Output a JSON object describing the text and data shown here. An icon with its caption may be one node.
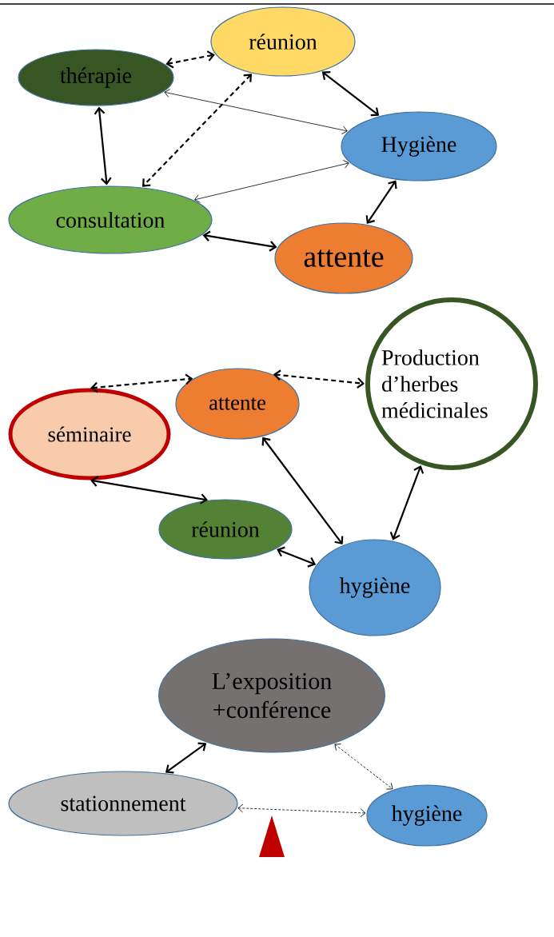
{
  "diagram": {
    "nodes": [
      {
        "text": [
          "thérapie"
        ]
      },
      {
        "text": [
          "réunion"
        ]
      },
      {
        "text": [
          "Hygiène"
        ]
      },
      {
        "text": [
          "consultation"
        ]
      },
      {
        "text": [
          "attente"
        ]
      },
      {
        "text": [
          "séminaire"
        ]
      },
      {
        "text": [
          "attente"
        ]
      },
      {
        "text": [
          "Production d’herbes médicinales"
        ]
      },
      {
        "text": [
          "réunion"
        ]
      },
      {
        "text": [
          "hygiène"
        ]
      },
      {
        "text": [
          "L’exposition +conférence"
        ]
      },
      {
        "text": [
          "stationnement"
        ]
      },
      {
        "text": [
          "hygiène"
        ]
      }
    ],
    "edges": [
      {
        "from": 0,
        "to": 1,
        "arrow": "both",
        "style": "dashed"
      },
      {
        "from": 1,
        "to": 2,
        "arrow": "both"
      },
      {
        "from": 0,
        "to": 2,
        "arrow": "both"
      },
      {
        "from": 0,
        "to": 3,
        "arrow": "both"
      },
      {
        "from": 1,
        "to": 3,
        "arrow": "both",
        "style": "dashed"
      },
      {
        "from": 3,
        "to": 2,
        "arrow": "both"
      },
      {
        "from": 2,
        "to": 4,
        "arrow": "both"
      },
      {
        "from": 3,
        "to": 4,
        "arrow": "both"
      },
      {
        "from": 5,
        "to": 6,
        "arrow": "both",
        "style": "dashed"
      },
      {
        "from": 6,
        "to": 7,
        "arrow": "both",
        "style": "dashed"
      },
      {
        "from": 5,
        "to": 8,
        "arrow": "both"
      },
      {
        "from": 6,
        "to": 9,
        "arrow": "both"
      },
      {
        "from": 7,
        "to": 9,
        "arrow": "both"
      },
      {
        "from": 8,
        "to": 9,
        "arrow": "both"
      },
      {
        "from": 10,
        "to": 11,
        "arrow": "both"
      },
      {
        "from": 10,
        "to": 12,
        "arrow": "both",
        "style": "dashed"
      },
      {
        "from": 11,
        "to": 12,
        "arrow": "both",
        "style": "dashed"
      }
    ]
  }
}
